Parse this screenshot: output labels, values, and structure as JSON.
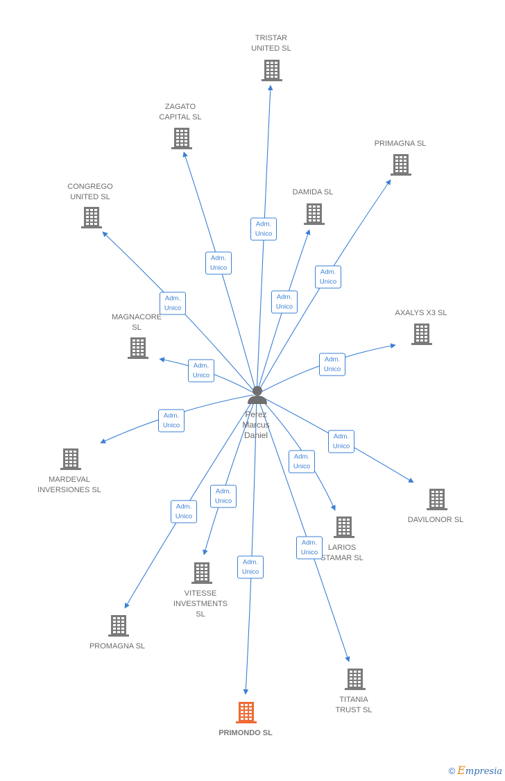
{
  "person": {
    "name": "Perez\nMarcus\nDaniel",
    "icon": "person-icon"
  },
  "colors": {
    "edge": "#3a7fd5",
    "building": "#7a7a7a",
    "highlight": "#f06a35"
  },
  "nodes": [
    {
      "id": "tristar",
      "label": "TRISTAR\nUNITED  SL",
      "icon": "building-icon",
      "highlight": false,
      "edge_label": "Adm.\nUnico"
    },
    {
      "id": "zagato",
      "label": "ZAGATO\nCAPITAL  SL",
      "icon": "building-icon",
      "highlight": false,
      "edge_label": "Adm.\nUnico"
    },
    {
      "id": "primagna",
      "label": "PRIMAGNA  SL",
      "icon": "building-icon",
      "highlight": false,
      "edge_label": "Adm.\nUnico"
    },
    {
      "id": "congrego",
      "label": "CONGREGO\nUNITED SL",
      "icon": "building-icon",
      "highlight": false,
      "edge_label": "Adm.\nUnico"
    },
    {
      "id": "damida",
      "label": "DAMIDA  SL",
      "icon": "building-icon",
      "highlight": false,
      "edge_label": "Adm.\nUnico"
    },
    {
      "id": "magnacore",
      "label": "MAGNACORE\nSL",
      "icon": "building-icon",
      "highlight": false,
      "edge_label": "Adm.\nUnico"
    },
    {
      "id": "axalys",
      "label": "AXALYS X3  SL",
      "icon": "building-icon",
      "highlight": false,
      "edge_label": "Adm.\nUnico"
    },
    {
      "id": "mardeval",
      "label": "MARDEVAL\nINVERSIONES SL",
      "icon": "building-icon",
      "highlight": false,
      "edge_label": "Adm.\nUnico"
    },
    {
      "id": "davilonor",
      "label": "DAVILONOR  SL",
      "icon": "building-icon",
      "highlight": false,
      "edge_label": "Adm.\nUnico"
    },
    {
      "id": "larios",
      "label": "LARIOS\nSTAMAR  SL",
      "icon": "building-icon",
      "highlight": false,
      "edge_label": "Adm.\nUnico"
    },
    {
      "id": "vitesse",
      "label": "VITESSE\nINVESTMENTS\nSL",
      "icon": "building-icon",
      "highlight": false,
      "edge_label": "Adm.\nUnico"
    },
    {
      "id": "promagna",
      "label": "PROMAGNA  SL",
      "icon": "building-icon",
      "highlight": false,
      "edge_label": "Adm.\nUnico"
    },
    {
      "id": "titania",
      "label": "TITANIA\nTRUST  SL",
      "icon": "building-icon",
      "highlight": false,
      "edge_label": "Adm.\nUnico"
    },
    {
      "id": "primondo",
      "label": "PRIMONDO  SL",
      "icon": "building-icon",
      "highlight": true,
      "edge_label": "Adm.\nUnico"
    }
  ],
  "brand": {
    "symbol": "©",
    "first_letter": "E",
    "rest": "mpresia"
  }
}
